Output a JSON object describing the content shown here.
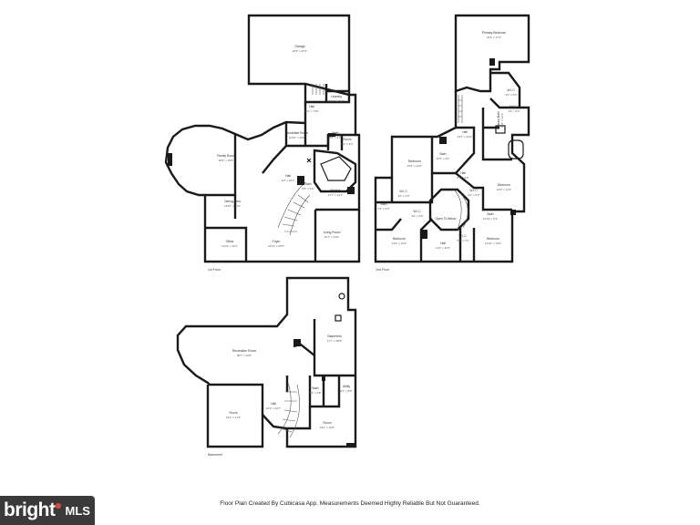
{
  "floors": {
    "first": {
      "label": "1st Floor",
      "rooms": [
        {
          "name": "Garage",
          "dim": "22'5\" x 27'4\""
        },
        {
          "name": "Laundry",
          "dim": "8'10\" x 6'10\""
        },
        {
          "name": "Hall",
          "dim": "11'2\" x 7'10\""
        },
        {
          "name": "Breakfast Room",
          "dim": "10'10\" x 10'6\""
        },
        {
          "name": "Family Room",
          "dim": "20'9\" x 15'6\""
        },
        {
          "name": "Bath",
          "dim": "5'5\" x 4'7\""
        },
        {
          "name": "Room",
          "dim": "5'4\" x 5'4\""
        },
        {
          "name": "Hall",
          "dim": "3'2\" x 16'1\""
        },
        {
          "name": "Bath",
          "dim": "5'6\" x 6'4\""
        },
        {
          "name": "Kitchen",
          "dim": "17'7\" x 21'1\""
        },
        {
          "name": "Dining Area",
          "dim": "13'10\" x 12'4\""
        },
        {
          "name": "Office",
          "dim": "12'11\" x 11'0\""
        },
        {
          "name": "Foyer",
          "dim": "14'10\" x 22'5\""
        },
        {
          "name": "Living Room",
          "dim": "16'7\" x 13'2\""
        }
      ]
    },
    "second": {
      "label": "2nd Floor",
      "rooms": [
        {
          "name": "Primary Bedroom",
          "dim": "22'2\" x 17'4\""
        },
        {
          "name": "W.I.C.",
          "dim": "5'2\" x 6'4\""
        },
        {
          "name": "W.I.C.",
          "dim": "4'3\" x 6'4\""
        },
        {
          "name": "Hall",
          "dim": "14'7\" x 21'2\""
        },
        {
          "name": "Primary Bath",
          "dim": "16'0\" x 12'3\""
        },
        {
          "name": "Bedroom",
          "dim": "15'6\" x 13'0\""
        },
        {
          "name": "Bath",
          "dim": "10'4\" x 5'2\""
        },
        {
          "name": "Hall",
          "dim": "5'7\" x 6'9\""
        },
        {
          "name": "Bedroom",
          "dim": "14'0\" x 12'3\""
        },
        {
          "name": "W.I.C.",
          "dim": "4'0\" x 4'0\""
        },
        {
          "name": "Open To Below",
          "dim": ""
        },
        {
          "name": "W.I.C.",
          "dim": "4'0\" x 6'0\""
        },
        {
          "name": "W.I.C.",
          "dim": "4'0\" x 6'0\""
        },
        {
          "name": "Bath",
          "dim": "7'3\" x 5'2\""
        },
        {
          "name": "Bath",
          "dim": "12'10\" x 5'1\""
        },
        {
          "name": "Bedroom",
          "dim": "14'3\" x 12'3\""
        },
        {
          "name": "Hall",
          "dim": "11'3\" x 11'5\""
        },
        {
          "name": "W.I.C.",
          "dim": "5'5\" x 7'4\""
        },
        {
          "name": "Bedroom",
          "dim": "13'10\" x 10'6\""
        }
      ]
    },
    "basement": {
      "label": "Basement",
      "rooms": [
        {
          "name": "Basement",
          "dim": "17'7\" x 28'8\""
        },
        {
          "name": "Recreation Room",
          "dim": "38'7\" x 22'6\""
        },
        {
          "name": "Bath",
          "dim": "9'4\" x 4'8\""
        },
        {
          "name": "Utility",
          "dim": "6'1\" x 8'5\""
        },
        {
          "name": "Room",
          "dim": "13'2\" x 17'4\""
        },
        {
          "name": "Hall",
          "dim": "10'2\" x 16'7\""
        },
        {
          "name": "Room",
          "dim": "19'1\" x 11'8\""
        }
      ]
    }
  },
  "footer": {
    "note": "Floor Plan Created By Cubicasa App. Measurements Deemed Highly Reliable But Not Guaranteed."
  },
  "brand": {
    "name": "bright",
    "suffix": "MLS",
    "accent_color": "#e04a3b"
  }
}
